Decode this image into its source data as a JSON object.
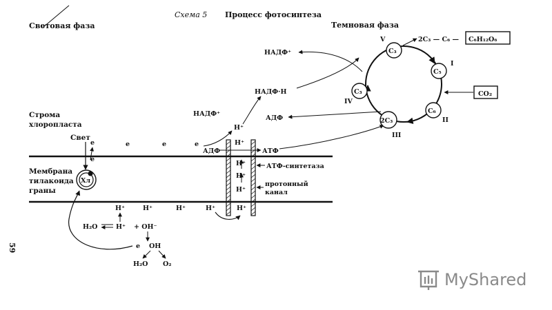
{
  "header": {
    "light_phase": "Световая фаза",
    "scheme": "Схема 5",
    "title": "Процесс фотосинтеза",
    "dark_phase": "Темновая фаза"
  },
  "left_labels": {
    "stroma_1": "Строма",
    "stroma_2": "хлоропласта",
    "light": "Свет",
    "membrane_1": "Мембрана",
    "membrane_2": "тилакоида",
    "membrane_3": "граны"
  },
  "chlorophyll": "Хл",
  "electron": "e",
  "proton": "H⁺",
  "hydroxide": "OH⁻",
  "plus_hydroxide": "+ OH⁻",
  "oh": "OH",
  "water": "H₂O",
  "oxygen": "O₂",
  "adp": "АДФ",
  "atp": "АТФ",
  "nadp": "НАДФ⁺",
  "nadph": "НАДФ·Н",
  "atp_synthase": "АТФ-синтетаза",
  "channel_1": "протонный",
  "channel_2": "канал",
  "cycle": {
    "c3": "C₃",
    "c5": "C₅",
    "c6": "C₆",
    "two_c3": "2C₃",
    "co2": "CO₂",
    "product": "2C₃ — C₆ —",
    "glucose": "C₆H₁₂O₆",
    "stage_1": "I",
    "stage_2": "II",
    "stage_3": "III",
    "stage_4": "IV",
    "stage_5": "V"
  },
  "page_number": "59",
  "watermark": "MyShared"
}
